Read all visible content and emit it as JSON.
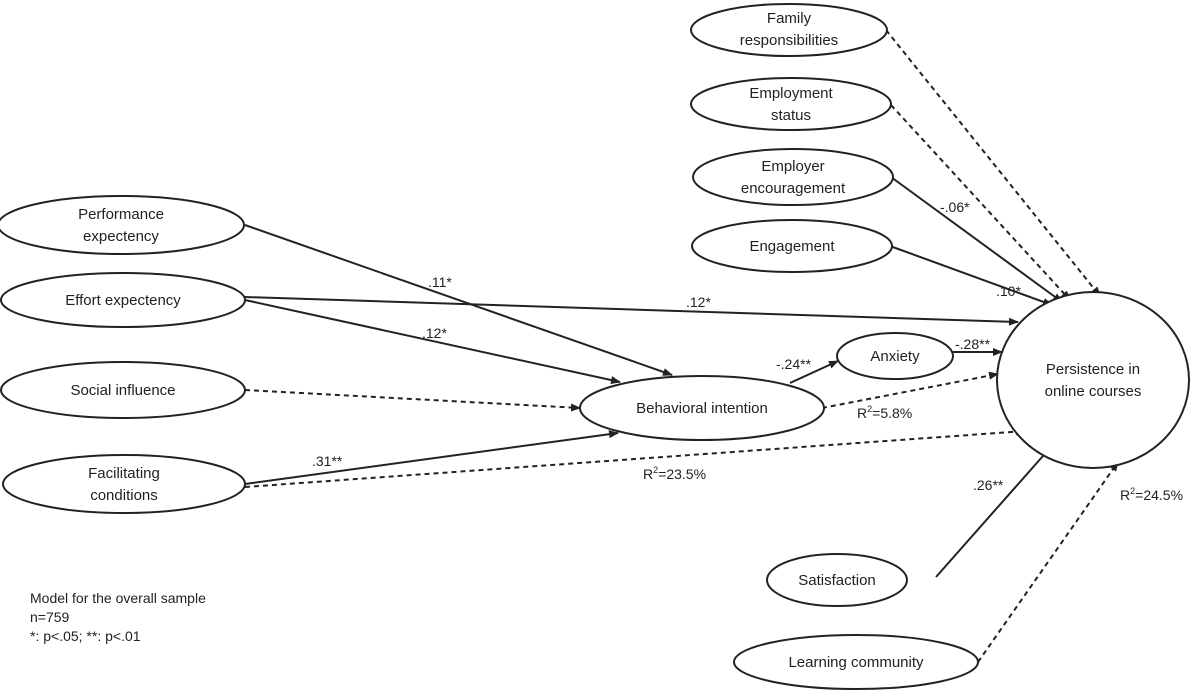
{
  "nodes": {
    "family": [
      "Family",
      "responsibilities"
    ],
    "employment": [
      "Employment",
      "status"
    ],
    "employer": [
      "Employer",
      "encouragement"
    ],
    "engagement": [
      "Engagement"
    ],
    "performance": [
      "Performance",
      "expectency"
    ],
    "effort": [
      "Effort expectency"
    ],
    "social": [
      "Social influence"
    ],
    "facilitating": [
      "Facilitating",
      "conditions"
    ],
    "behavioral": [
      "Behavioral intention"
    ],
    "anxiety": [
      "Anxiety"
    ],
    "persistence": [
      "Persistence in",
      "online courses"
    ],
    "satisfaction": [
      "Satisfaction"
    ],
    "learning": [
      "Learning community"
    ]
  },
  "edges": {
    "performance_behavioral": ".11*",
    "effort_persistence": ".12*",
    "effort_behavioral": ".12*",
    "behavioral_anxiety": "-.24**",
    "anxiety_persistence": "-.28**",
    "facilitating_behavioral": ".31**",
    "employer_persistence": "-.06*",
    "engagement_persistence": ".10*",
    "satisfaction_persistence": ".26**"
  },
  "r2": {
    "anxiety": "5.8%",
    "behavioral": "23.5%",
    "persistence": "24.5%"
  },
  "note": {
    "line1": "Model for the overall sample",
    "line2": "n=759",
    "line3": "*: p<.05; **: p<.01"
  },
  "colors": {
    "stroke": "#222222",
    "text": "#222222"
  }
}
